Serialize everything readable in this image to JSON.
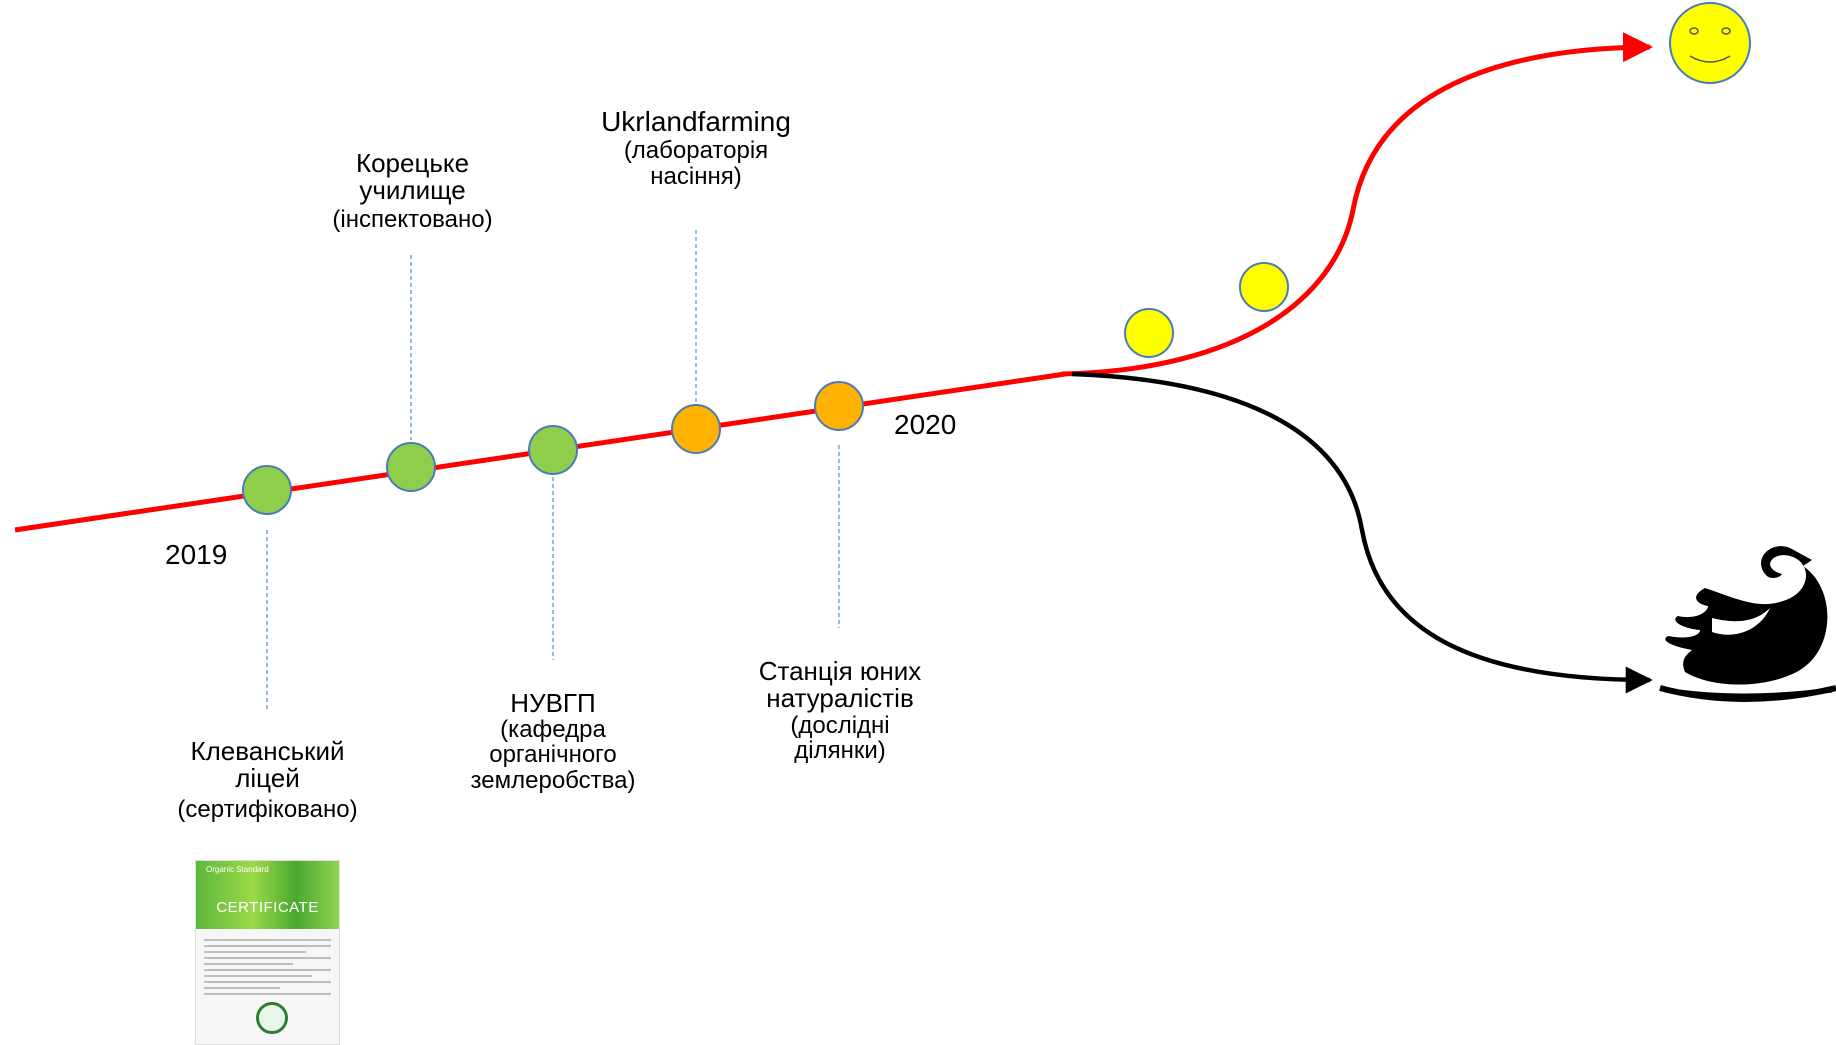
{
  "colors": {
    "timeline": "#ff0000",
    "lower_branch": "#000000",
    "node_green": "#8fce4a",
    "node_orange": "#ffb300",
    "node_yellow": "#ffff00",
    "node_stroke": "#4a7ab8",
    "connector": "#5b9bd5"
  },
  "years": {
    "start": "2019",
    "end": "2020"
  },
  "milestones": [
    {
      "name": "Клеванський ліцей",
      "note": "(сертифіковано)",
      "status": "certified"
    },
    {
      "name": "Корецьке училище",
      "note": "(інспектовано)",
      "status": "inspected"
    },
    {
      "name": "НУВГП",
      "note": "(кафедра органічного землеробства)",
      "status": "department"
    },
    {
      "name": "Ukrlandfarming",
      "note": "(лабораторія насіння)",
      "status": "lab"
    },
    {
      "name": "Станція юних натуралістів",
      "note": "(дослідні ділянки)",
      "status": "plots"
    }
  ],
  "certificate": {
    "brand": "Organic Standard",
    "title": "CERTIFICATE"
  },
  "icons": {
    "good_outcome": "smiley-face-icon",
    "bad_outcome": "black-swan-icon"
  }
}
